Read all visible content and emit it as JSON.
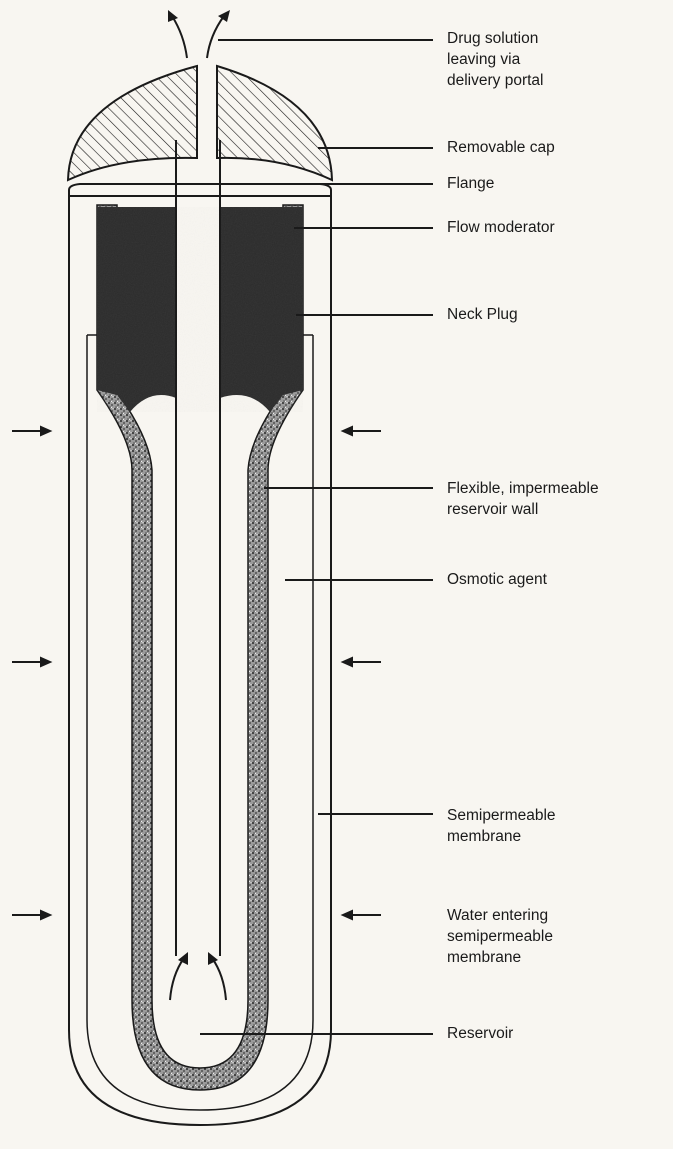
{
  "colors": {
    "background": "#f8f6f1",
    "ink": "#1a1a1a",
    "moderator_fill": "#2b2b2b",
    "stipple": "#7a7a7a"
  },
  "labels": {
    "drug_solution": [
      "Drug solution",
      "leaving via",
      "delivery portal"
    ],
    "removable_cap": "Removable cap",
    "flange": "Flange",
    "flow_moderator": "Flow moderator",
    "neck_plug": "Neck Plug",
    "reservoir_wall": [
      "Flexible, impermeable",
      "reservoir wall"
    ],
    "osmotic_agent": "Osmotic agent",
    "semipermeable_membrane": [
      "Semipermeable",
      "membrane"
    ],
    "water_entering": [
      "Water entering",
      "semipermeable",
      "membrane"
    ],
    "reservoir": "Reservoir"
  }
}
